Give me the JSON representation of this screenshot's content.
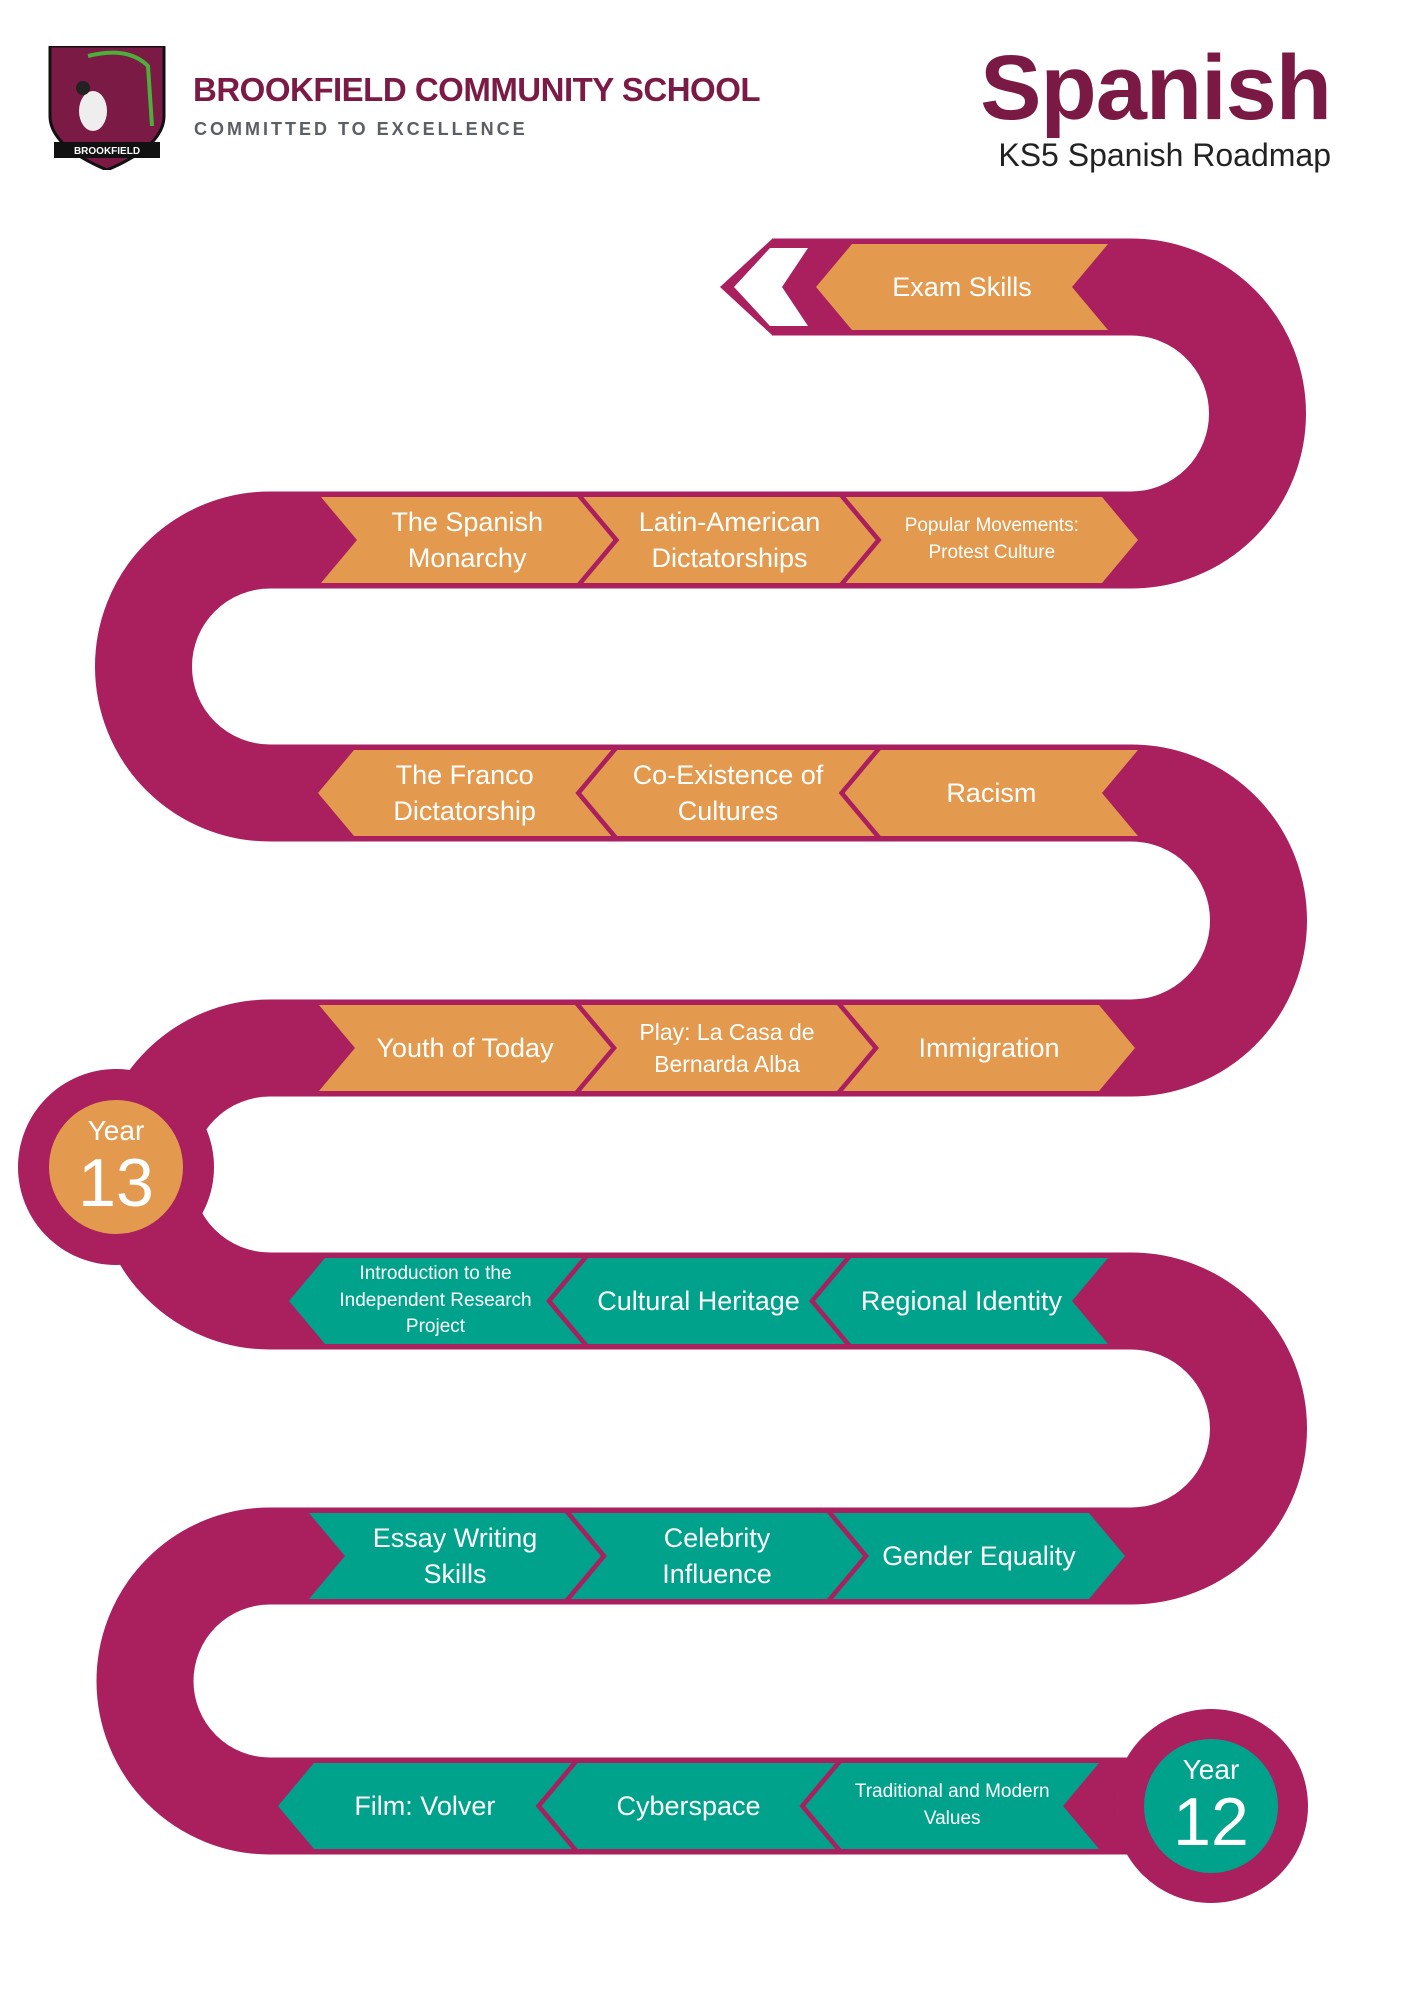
{
  "header": {
    "school_name": "BROOKFIELD COMMUNITY SCHOOL",
    "tagline": "COMMITTED TO EXCELLENCE",
    "logo_text": "BROOKFIELD",
    "title": "Spanish",
    "subtitle": "KS5 Spanish Roadmap"
  },
  "colors": {
    "road": "#AA1F5E",
    "year13": "#E39A4F",
    "year12": "#00A28C",
    "brand": "#7A1A45"
  },
  "years": [
    {
      "label": "Year",
      "number": "13"
    },
    {
      "label": "Year",
      "number": "12"
    }
  ],
  "rows": [
    [
      "Exam Skills"
    ],
    [
      "The Spanish Monarchy",
      "Latin-American Dictatorships",
      "Popular Movements: Protest Culture"
    ],
    [
      "The Franco Dictatorship",
      "Co-Existence of Cultures",
      "Racism"
    ],
    [
      "Youth of Today",
      "Play: La Casa de Bernarda Alba",
      "Immigration"
    ],
    [
      "Introduction to the Independent Research Project",
      "Cultural Heritage",
      "Regional Identity"
    ],
    [
      "Essay Writing Skills",
      "Celebrity Influence",
      "Gender Equality"
    ],
    [
      "Film: Volver",
      "Cyberspace",
      "Traditional and Modern Values"
    ]
  ]
}
